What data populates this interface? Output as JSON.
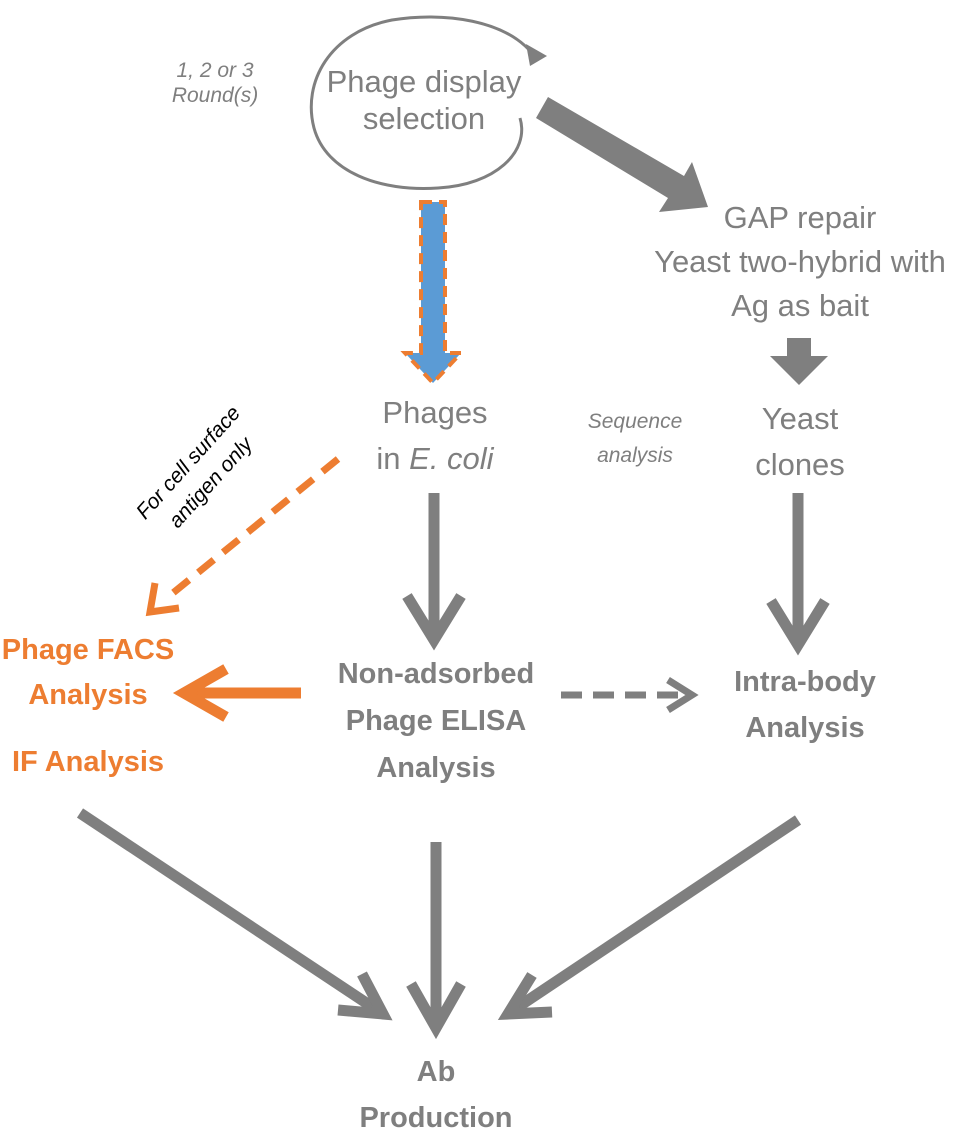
{
  "colors": {
    "gray": "#7f7f7f",
    "orange": "#ed7d31",
    "blue": "#5b9bd5",
    "black": "#000000"
  },
  "nodes": {
    "selection": {
      "line1": "Phage display",
      "line2": "selection"
    },
    "rounds": {
      "line1": "1, 2 or 3",
      "line2": "Round(s)"
    },
    "gap_repair": {
      "line1": "GAP repair",
      "line2": "Yeast two-hybrid with",
      "line3": "Ag as bait"
    },
    "phages": {
      "line1": "Phages",
      "line2_prefix": "in ",
      "line2_italic": "E. coli"
    },
    "sequence": {
      "line1": "Sequence",
      "line2": "analysis"
    },
    "yeast": {
      "line1": "Yeast",
      "line2": "clones"
    },
    "cell_surface": {
      "line1": "For cell surface",
      "line2": "antigen only"
    },
    "facs": {
      "line1": "Phage FACS",
      "line2": "Analysis"
    },
    "if_analysis": {
      "line1": "IF Analysis"
    },
    "elisa": {
      "line1": "Non-adsorbed",
      "line2": "Phage ELISA",
      "line3": "Analysis"
    },
    "intrabody": {
      "line1": "Intra-body",
      "line2": "Analysis"
    },
    "production": {
      "line1": "Ab",
      "line2": "Production"
    }
  }
}
